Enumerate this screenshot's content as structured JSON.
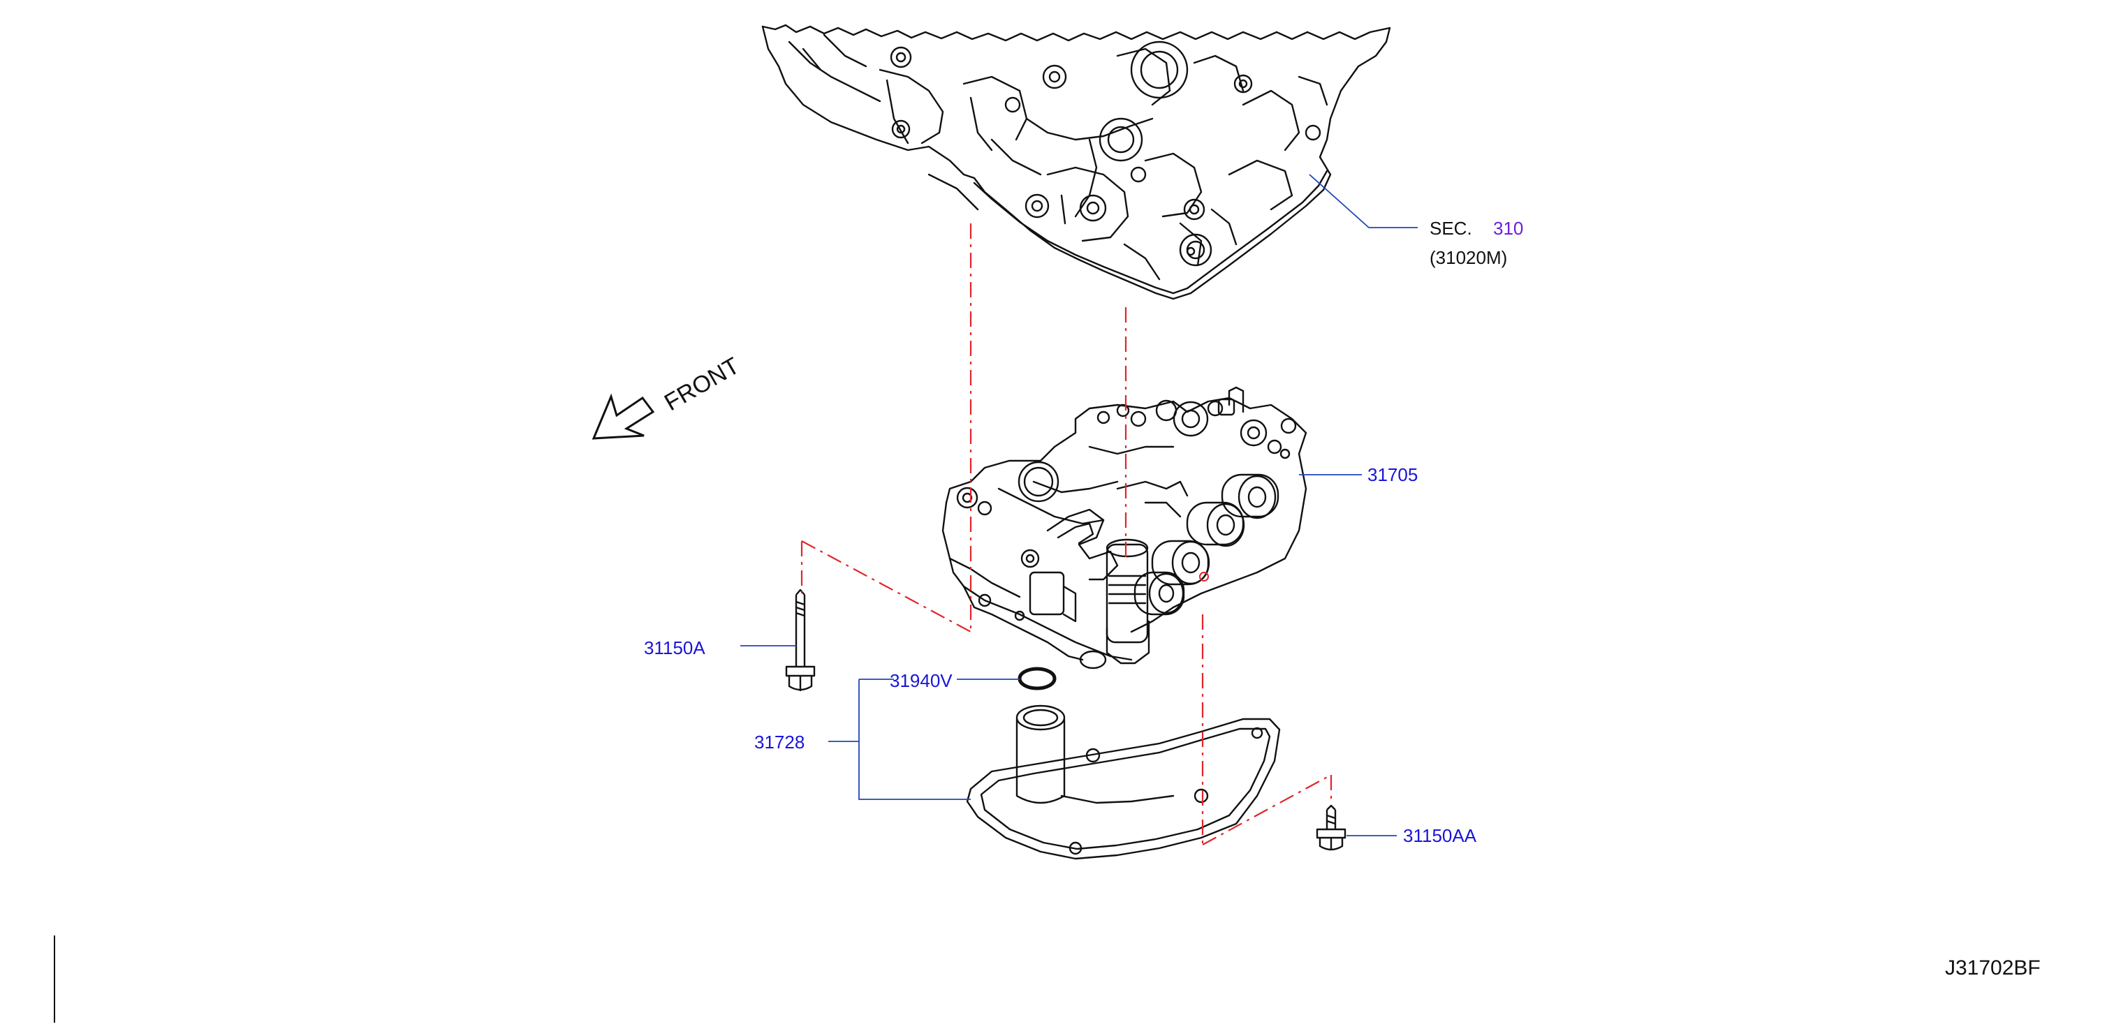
{
  "diagram": {
    "reference_code": "J31702BF",
    "front_label": "FRONT",
    "callouts": {
      "sec_prefix": "SEC.",
      "sec_number": "310",
      "sec_part": "(31020M)",
      "control_valve": "31705",
      "bolt_long": "31150A",
      "o_ring": "31940V",
      "strainer": "31728",
      "bolt_short": "31150AA"
    },
    "colors": {
      "line_art": "#111111",
      "leader_line": "#1f47b8",
      "callout_text": "#1a14d8",
      "section_link": "#6b1fe0",
      "centerline": "#e0252b"
    }
  }
}
